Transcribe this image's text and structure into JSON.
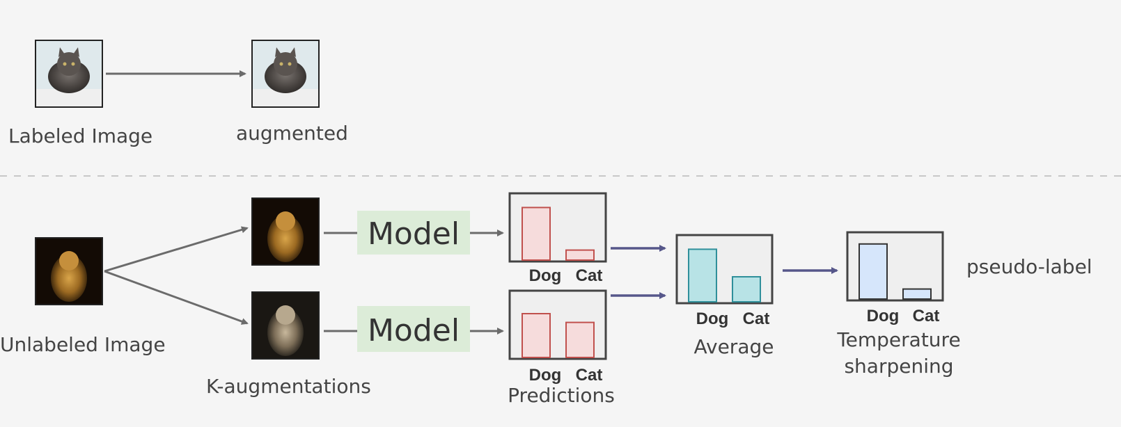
{
  "labels": {
    "labeled_image": "Labeled Image",
    "augmented": "augmented",
    "unlabeled_image": "Unlabeled Image",
    "k_augmentations": "K-augmentations",
    "predictions": "Predictions",
    "average": "Average",
    "temperature_line1": "Temperature",
    "temperature_line2": "sharpening",
    "pseudo_label": "pseudo-label"
  },
  "model_label": "Model",
  "images": {
    "labeled": "cat-photo",
    "augmented": "cat-photo",
    "unlabeled": "dog-photo",
    "aug1": "dog-photo",
    "aug2": "dog-photo"
  },
  "colors": {
    "prediction_bar": "#f6dcdc",
    "prediction_stroke": "#c0504d",
    "average_bar": "#b8e3e6",
    "average_stroke": "#2f8f9a",
    "sharpened_bar": "#d6e6fb",
    "sharpened_stroke": "#333333",
    "model_box": "#dcecd8",
    "gray_arrow": "#6b6b6b",
    "purple_arrow": "#56578a"
  },
  "chart_data": [
    {
      "type": "bar",
      "name": "prediction-1",
      "categories": [
        "Dog",
        "Cat"
      ],
      "values": [
        0.84,
        0.16
      ],
      "ylim": [
        0,
        1
      ]
    },
    {
      "type": "bar",
      "name": "prediction-2",
      "categories": [
        "Dog",
        "Cat"
      ],
      "values": [
        0.7,
        0.56
      ],
      "ylim": [
        0,
        1
      ]
    },
    {
      "type": "bar",
      "name": "average",
      "categories": [
        "Dog",
        "Cat"
      ],
      "values": [
        0.84,
        0.4
      ],
      "ylim": [
        0,
        1
      ]
    },
    {
      "type": "bar",
      "name": "sharpened",
      "categories": [
        "Dog",
        "Cat"
      ],
      "values": [
        0.88,
        0.16
      ],
      "ylim": [
        0,
        1
      ]
    }
  ]
}
